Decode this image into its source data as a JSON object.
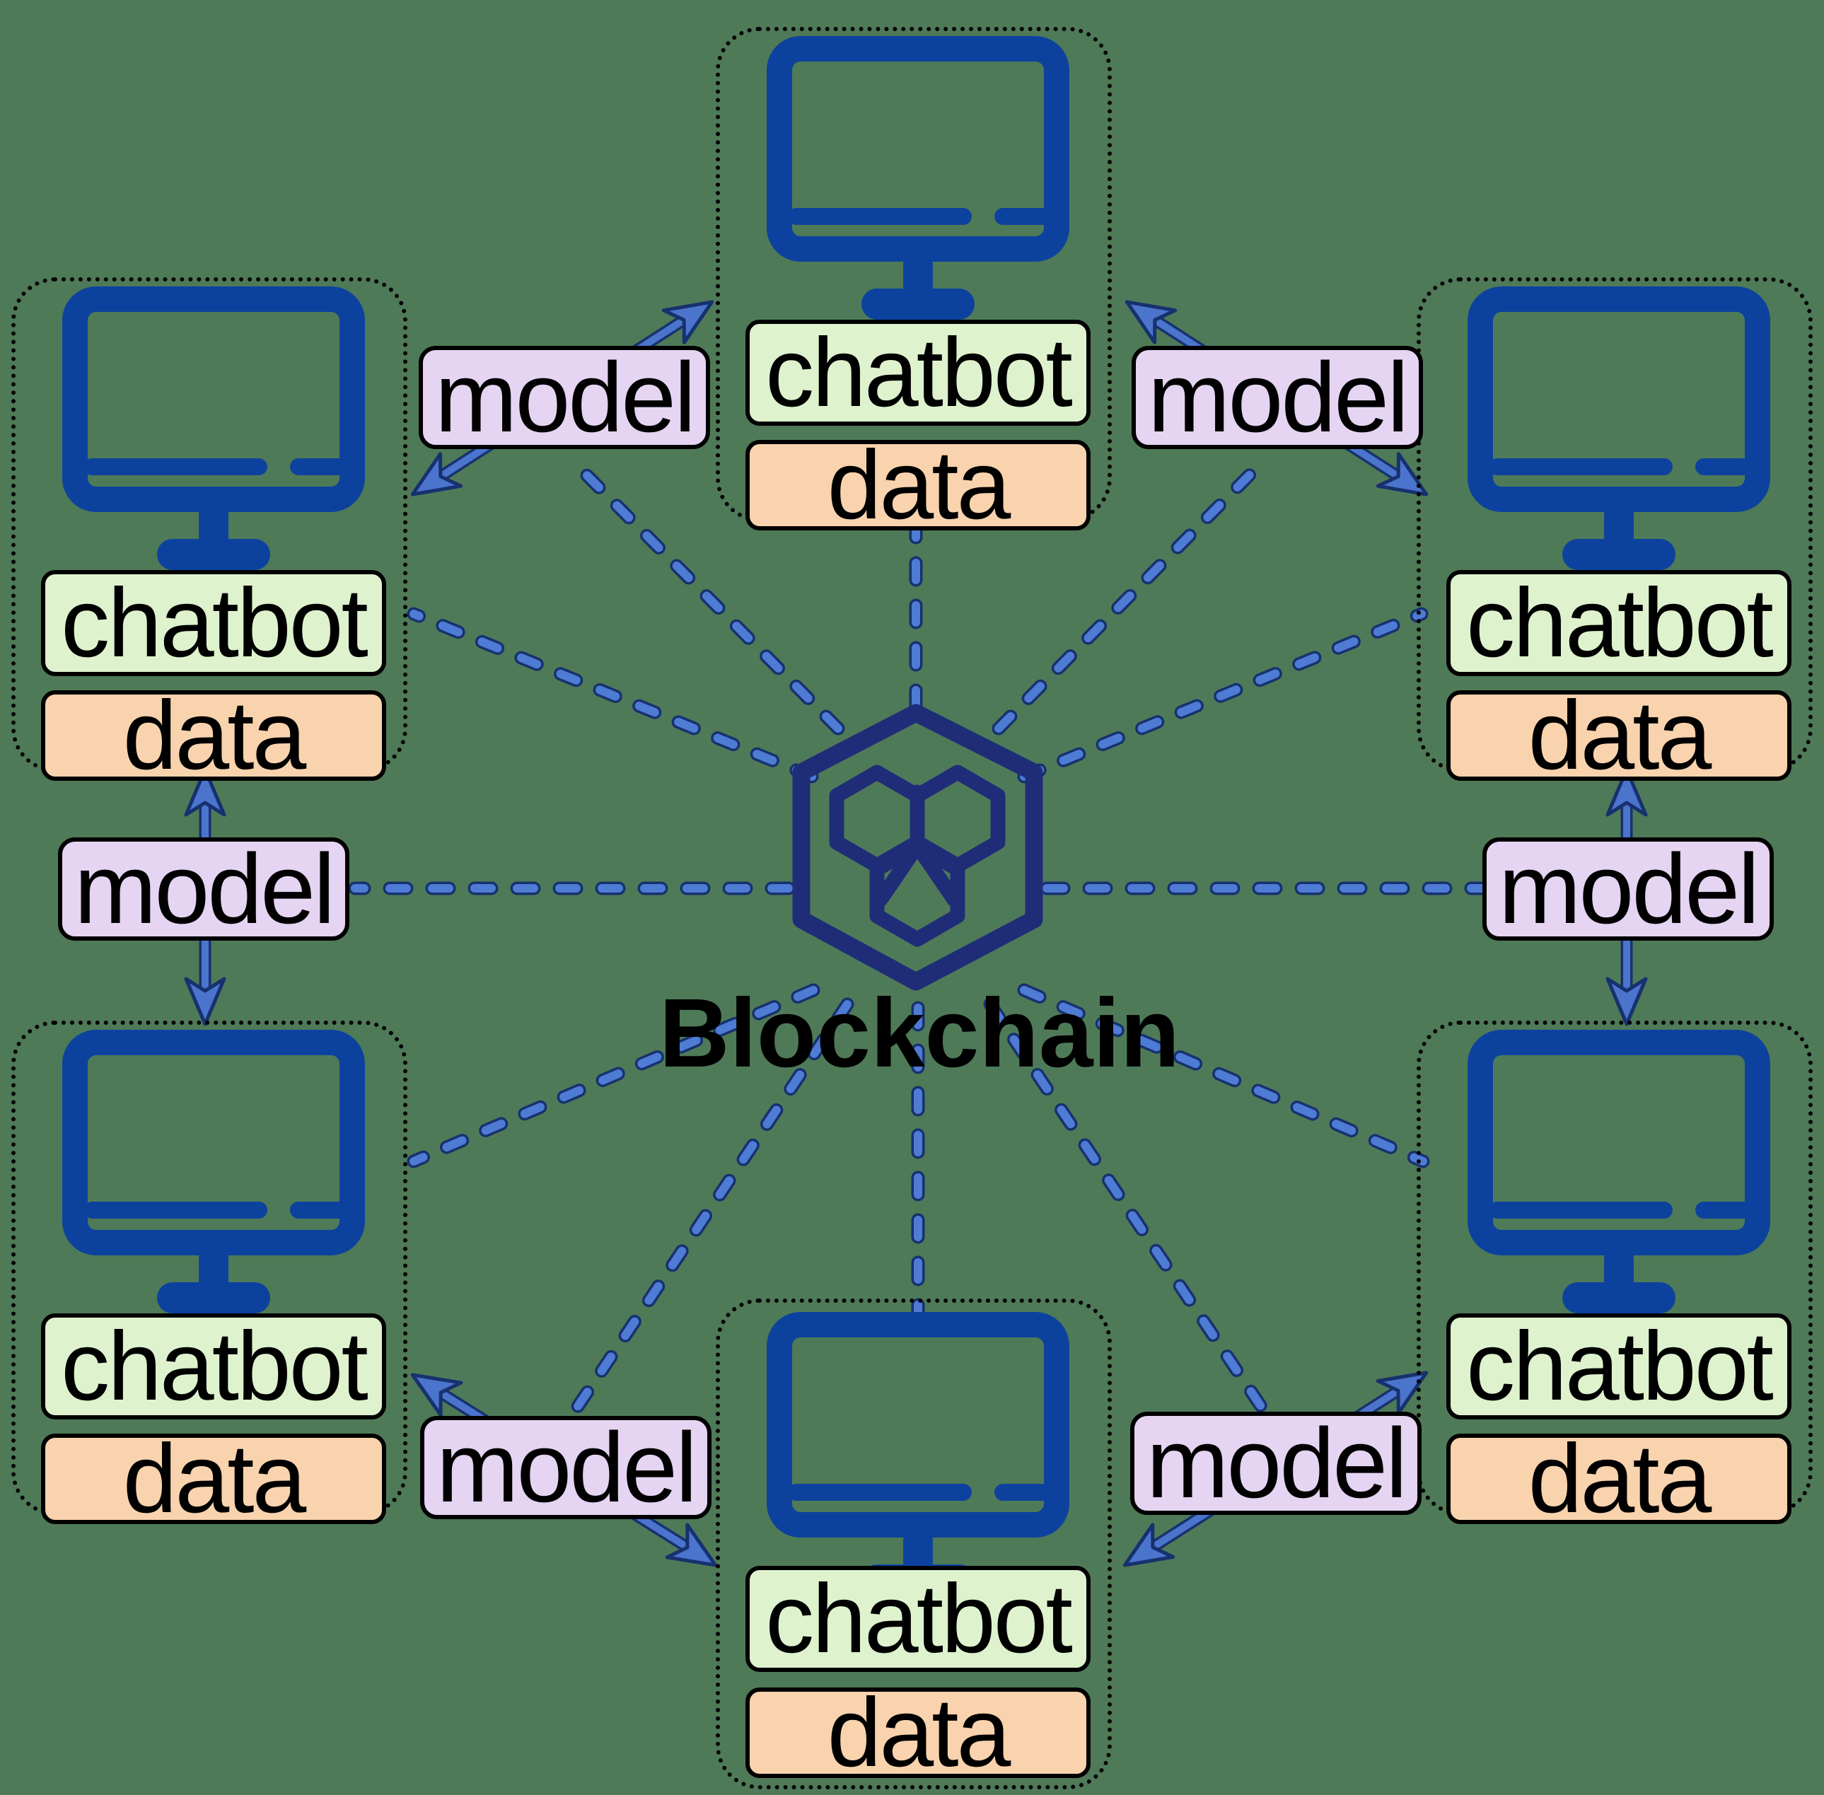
{
  "center": {
    "label": "Blockchain",
    "icon": "blockchain-hexagons-icon"
  },
  "labels": {
    "chatbot": "chatbot",
    "data": "data",
    "model": "model"
  },
  "nodes": [
    {
      "id": "top",
      "icon": "computer-icon",
      "chatbot": "chatbot",
      "data": "data"
    },
    {
      "id": "top-left",
      "icon": "computer-icon",
      "chatbot": "chatbot",
      "data": "data"
    },
    {
      "id": "top-right",
      "icon": "computer-icon",
      "chatbot": "chatbot",
      "data": "data"
    },
    {
      "id": "bottom-left",
      "icon": "computer-icon",
      "chatbot": "chatbot",
      "data": "data"
    },
    {
      "id": "bottom-right",
      "icon": "computer-icon",
      "chatbot": "chatbot",
      "data": "data"
    },
    {
      "id": "bottom",
      "icon": "computer-icon",
      "chatbot": "chatbot",
      "data": "data"
    }
  ],
  "links": [
    {
      "id": "top-left",
      "label": "model"
    },
    {
      "id": "top-right",
      "label": "model"
    },
    {
      "id": "middle-left",
      "label": "model"
    },
    {
      "id": "middle-right",
      "label": "model"
    },
    {
      "id": "bottom-left",
      "label": "model"
    },
    {
      "id": "bottom-right",
      "label": "model"
    }
  ],
  "colors": {
    "background": "#4f7a58",
    "monitor_blue": "#0c429e",
    "hexagon_navy": "#1f2d78",
    "chatbot_green": "#def2ce",
    "data_orange": "#f8d3ae",
    "model_purple": "#e5d4f2",
    "connector_blue": "#4e7bd4",
    "connector_outline": "#17316e",
    "node_border": "#000000",
    "text": "#000000"
  }
}
